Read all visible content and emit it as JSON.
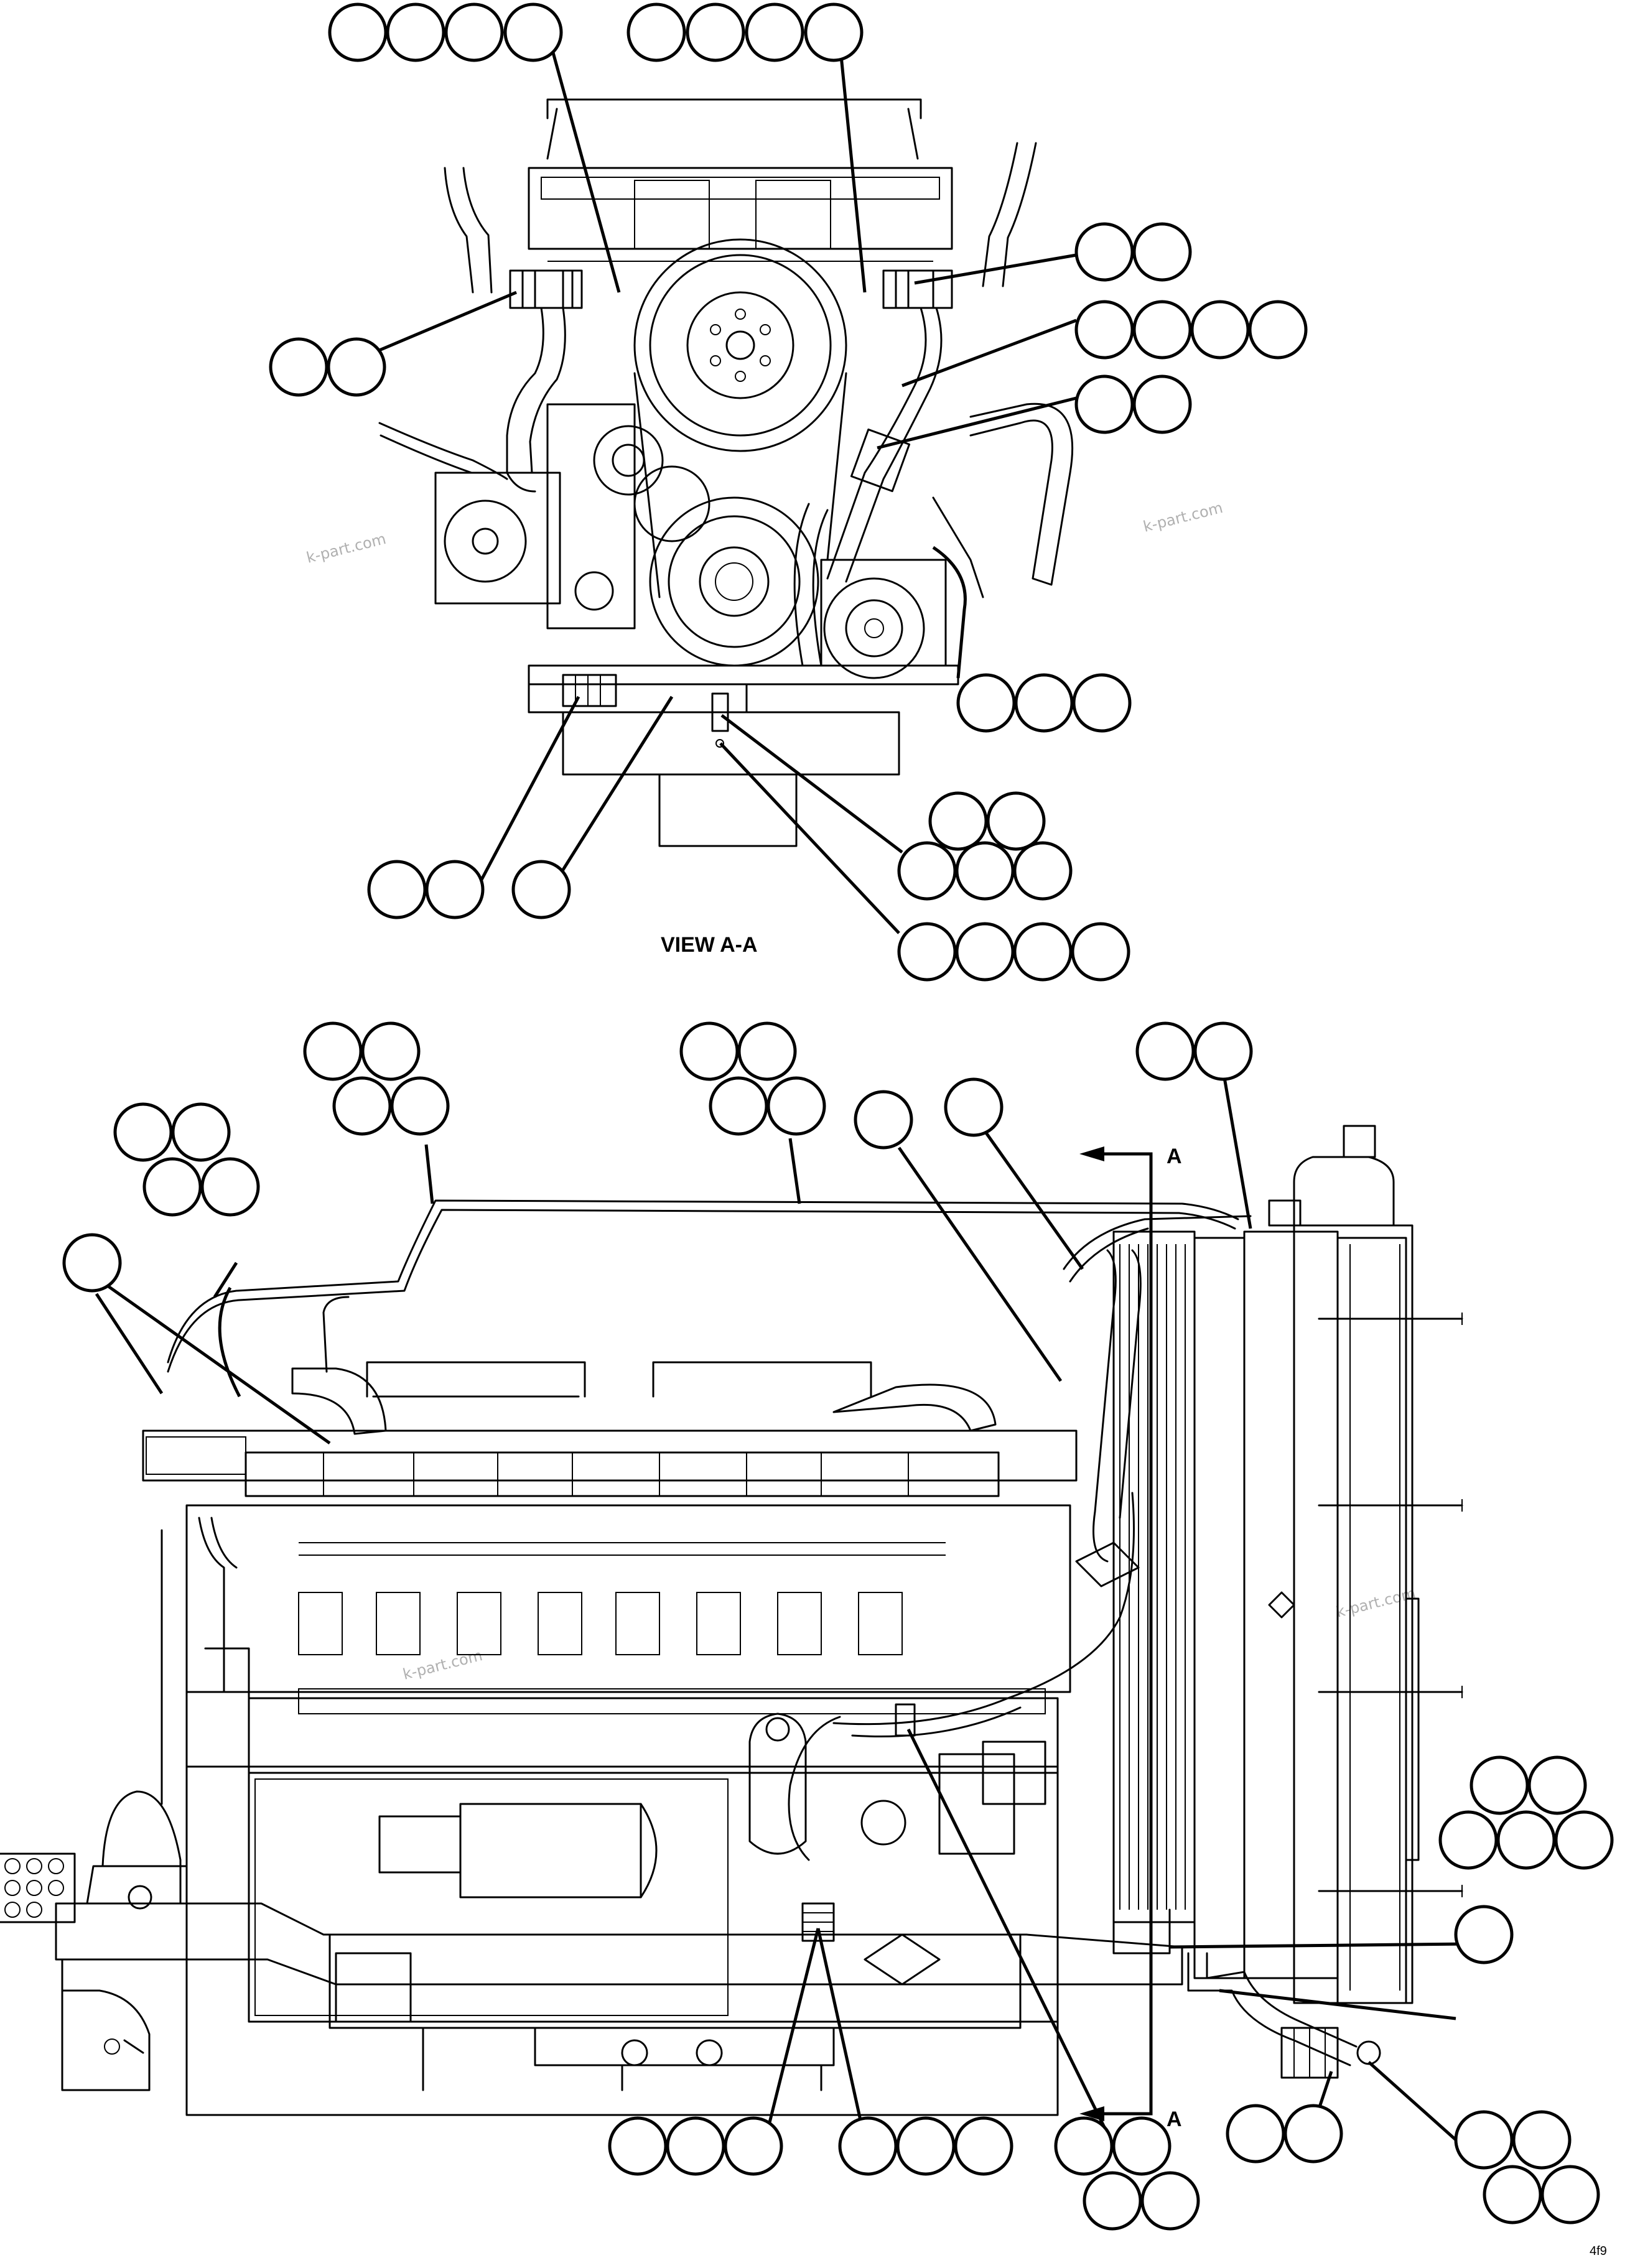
{
  "view_label": "VIEW A-A",
  "section_marker": "A",
  "watermark": "k-part.com",
  "sheet_code": "4f9",
  "colors": {
    "line": "#000000",
    "paper": "#ffffff",
    "watermark": "#b0b0b0"
  }
}
